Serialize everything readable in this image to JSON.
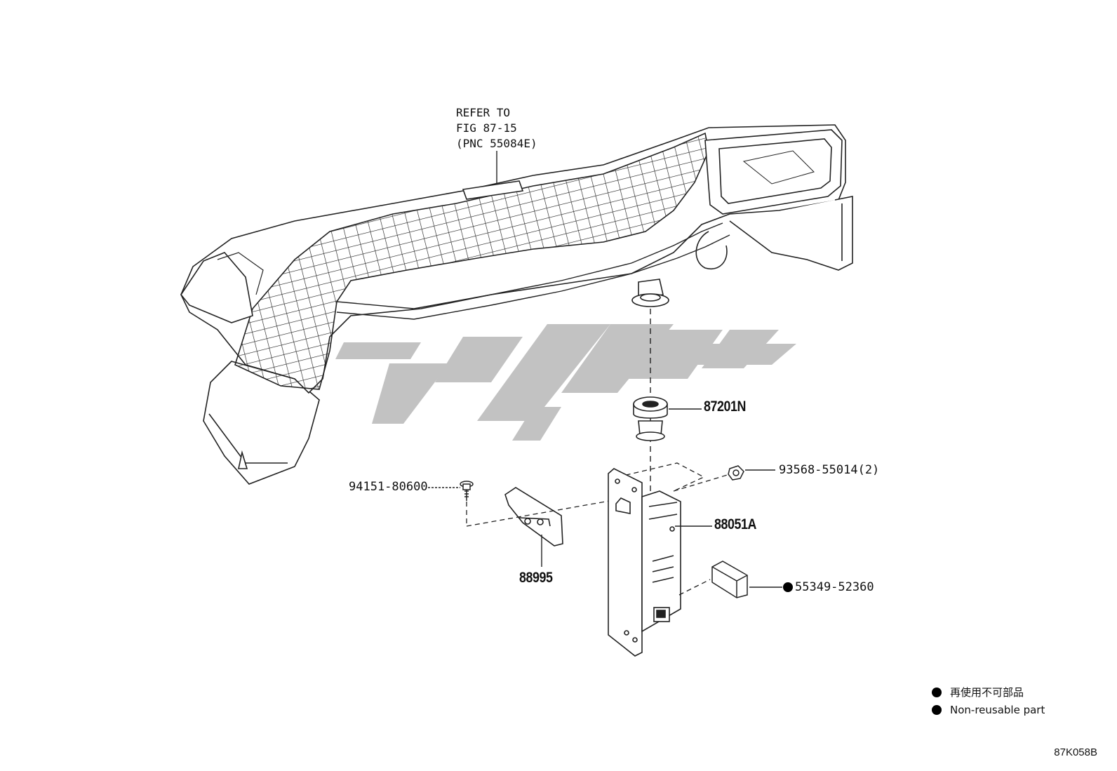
{
  "diagram": {
    "reference_note": [
      "REFER TO",
      "FIG 87-15",
      "(PNC 55084E)"
    ],
    "parts": {
      "p87201N": "87201N",
      "p93568": "93568-55014(2)",
      "p94151": "94151-80600",
      "p88051A": "88051A",
      "p88995": "88995",
      "p55349": "55349-52360"
    },
    "legend": {
      "jp": "再使用不可部品",
      "en": "Non-reusable part"
    },
    "figure_code": "87K058B"
  }
}
